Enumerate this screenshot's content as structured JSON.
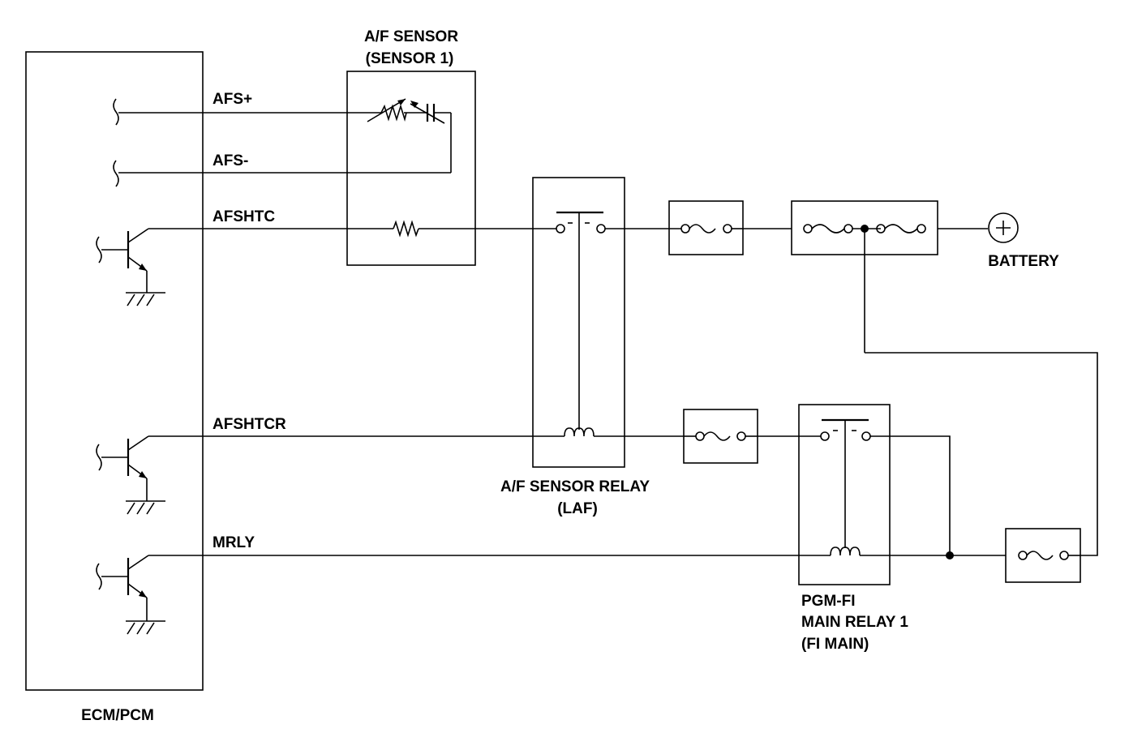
{
  "ecm": {
    "label": "ECM/PCM"
  },
  "signals": {
    "afs_plus": "AFS+",
    "afs_minus": "AFS-",
    "afshtc": "AFSHTC",
    "afshtcr": "AFSHTCR",
    "mrly": "MRLY"
  },
  "af_sensor": {
    "line1": "A/F SENSOR",
    "line2": "(SENSOR 1)"
  },
  "af_relay": {
    "line1": "A/F SENSOR RELAY",
    "line2": "(LAF)"
  },
  "main_relay": {
    "line1": "PGM-FI",
    "line2": "MAIN RELAY 1",
    "line3": "(FI MAIN)"
  },
  "battery": {
    "label": "BATTERY",
    "symbol": "+"
  }
}
